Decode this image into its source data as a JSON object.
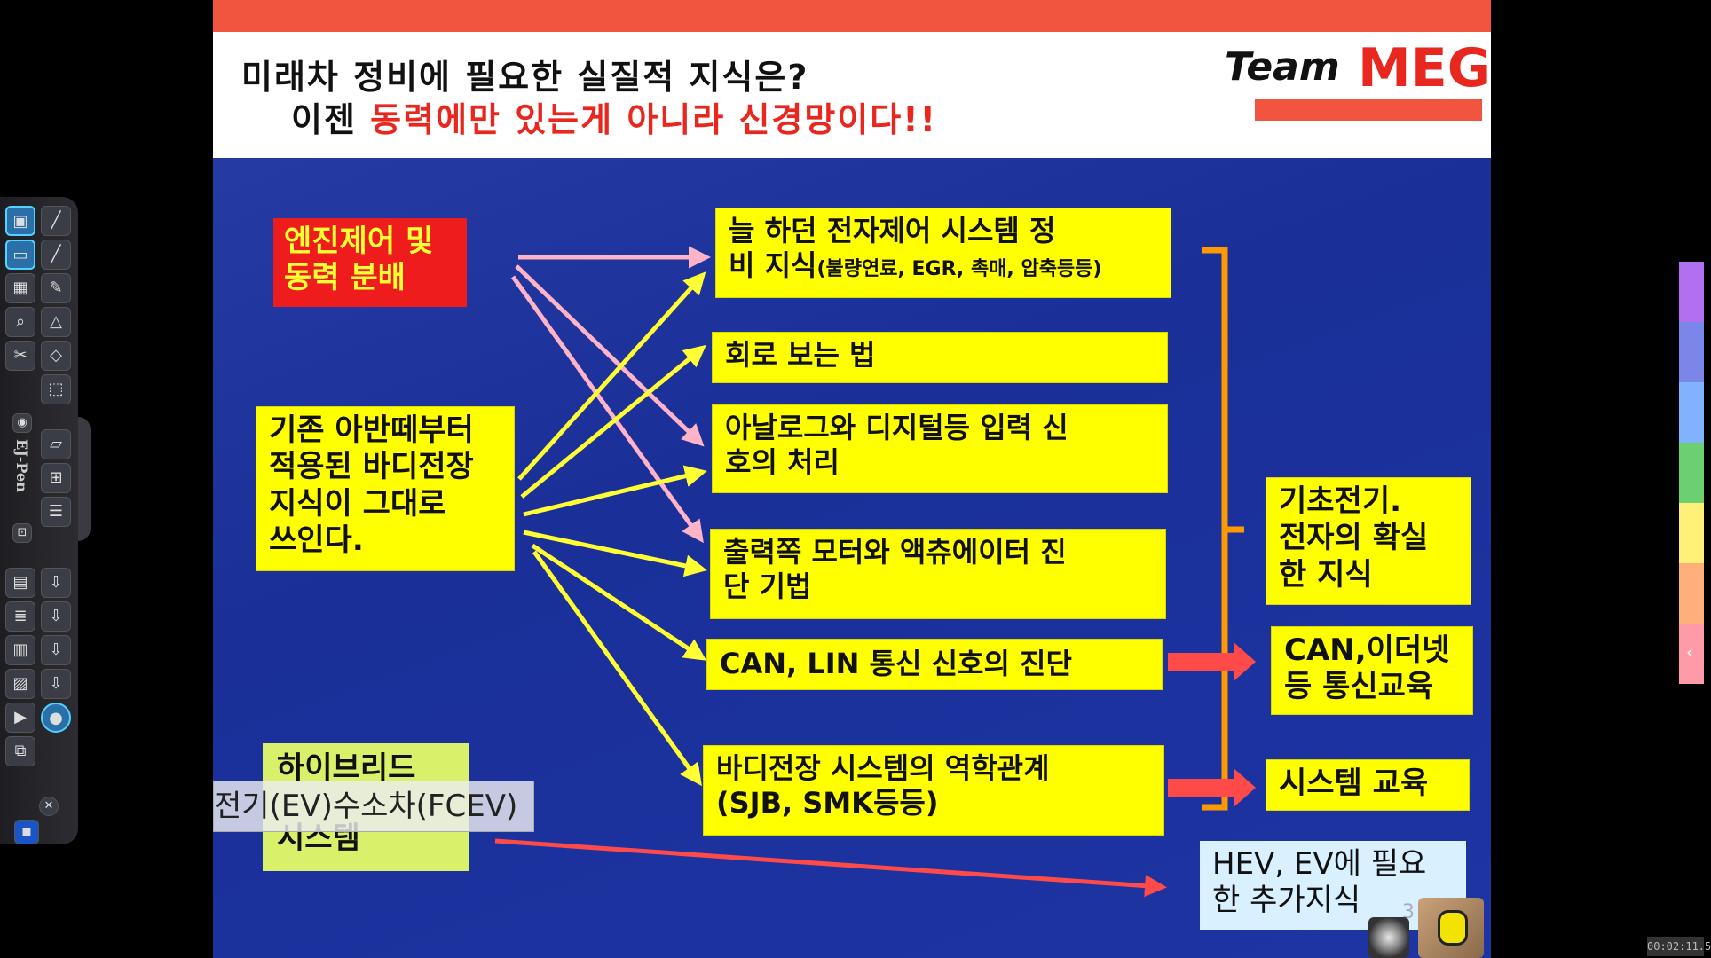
{
  "slide": {
    "title_line1": "미래차 정비에 필요한 실질적 지식은?",
    "title_line2_prefix": "이젠 ",
    "title_line2_highlight": "동력에만 있는게 아니라 신경망이다!!",
    "logo_team": "Team",
    "logo_meg": "MEG",
    "page_number": "3"
  },
  "sources": {
    "engine_control": [
      "엔진제어 및",
      "동력 분배"
    ],
    "body_electrical": [
      "기존 아반떼부터",
      "적용된 바디전장",
      "지식이 그대로",
      "쓰인다."
    ],
    "hybrid": [
      "하이브리드",
      "시스템"
    ],
    "overlay_text": "전기(EV)수소차(FCEV)"
  },
  "middle": {
    "item1_line1": "늘 하던 전자제어 시스템 정",
    "item1_line2_main": "비 지식",
    "item1_line2_small": "(불량연료, EGR, 촉매, 압축등등)",
    "item2": "회로 보는 법",
    "item3": [
      "아날로그와 디지털등 입력 신",
      "호의 처리"
    ],
    "item4": [
      "출력쪽 모터와 액츄에이터 진",
      "단 기법"
    ],
    "item5": "CAN, LIN 통신 신호의 진단",
    "item6": [
      "바디전장 시스템의 역학관계",
      "(SJB, SMK등등)"
    ]
  },
  "outcomes": {
    "basic": [
      "기초전기.",
      "전자의 확실",
      "한 지식"
    ],
    "comm": [
      "CAN,이더넷",
      "등 통신교육"
    ],
    "system": "시스템 교육",
    "hev": [
      "HEV, EV에 필요",
      "한 추가지식"
    ]
  },
  "app": {
    "brand": "EJ-Pen",
    "timer": "00:02:11.5"
  },
  "colors": {
    "accent_red": "#e8281f",
    "box_yellow": "#ffff00",
    "arrow_pink": "#ffb3c6",
    "arrow_yellow": "#ffff33",
    "arrow_orange": "#ff9900",
    "arrow_red": "#ff4a4a"
  }
}
